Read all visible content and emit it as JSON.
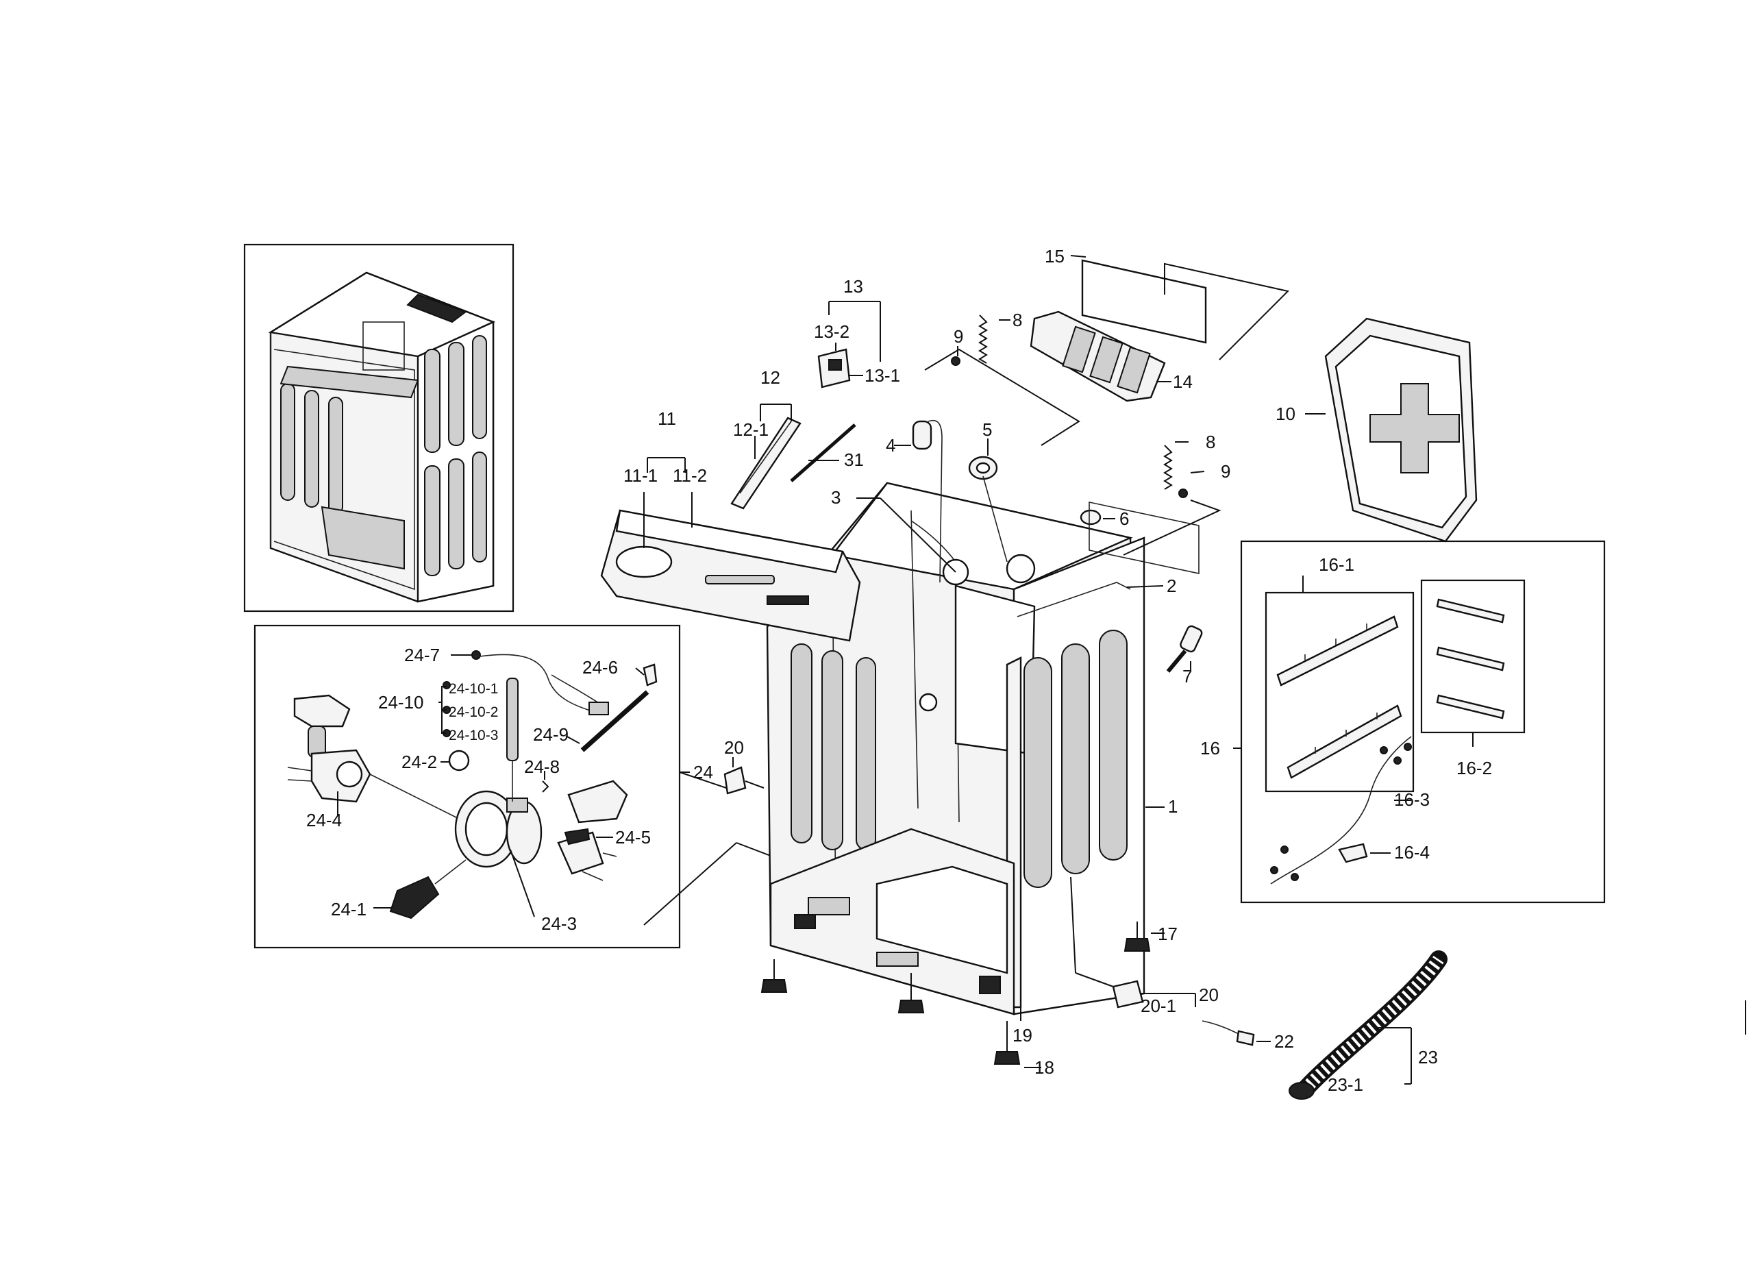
{
  "labels": {
    "l1": "1",
    "l2": "2",
    "l3": "3",
    "l4": "4",
    "l5": "5",
    "l6": "6",
    "l7": "7",
    "l8a": "8",
    "l8b": "8",
    "l9a": "9",
    "l9b": "9",
    "l10": "10",
    "l11": "11",
    "l11_1": "11-1",
    "l11_2": "11-2",
    "l12": "12",
    "l12_1": "12-1",
    "l13": "13",
    "l13_1": "13-1",
    "l13_2": "13-2",
    "l14": "14",
    "l15": "15",
    "l16": "16",
    "l16_1": "16-1",
    "l16_2": "16-2",
    "l16_3": "16-3",
    "l16_4": "16-4",
    "l17": "17",
    "l18": "18",
    "l19": "19",
    "l20a": "20",
    "l20b": "20",
    "l20_1": "20-1",
    "l22": "22",
    "l23": "23",
    "l23_1": "23-1",
    "l24": "24",
    "l24_1": "24-1",
    "l24_2": "24-2",
    "l24_3": "24-3",
    "l24_4": "24-4",
    "l24_5": "24-5",
    "l24_6": "24-6",
    "l24_7": "24-7",
    "l24_8": "24-8",
    "l24_9": "24-9",
    "l24_10": "24-10",
    "l24_10_1": "24-10-1",
    "l24_10_2": "24-10-2",
    "l24_10_3": "24-10-3",
    "l31": "31"
  }
}
